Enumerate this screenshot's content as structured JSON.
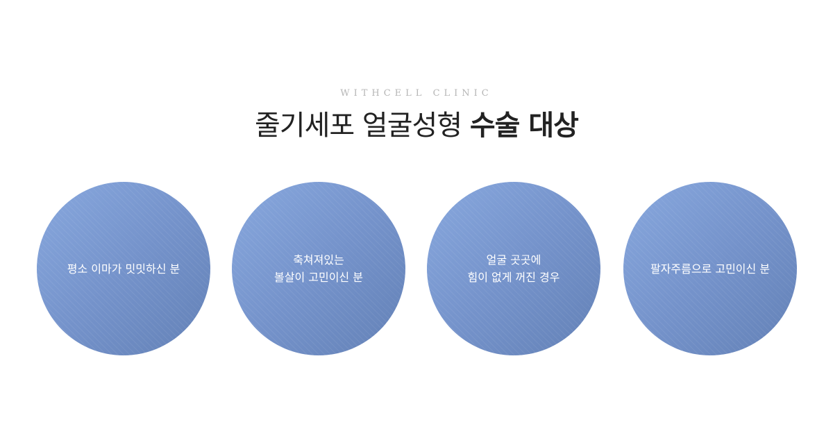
{
  "header": {
    "subtitle": "WITHCELL CLINIC",
    "title_regular": "줄기세포 얼굴성형",
    "title_bold": "수술 대상"
  },
  "targets": [
    {
      "lines": [
        "평소 이마가 밋밋하신 분"
      ]
    },
    {
      "lines": [
        "축쳐져있는",
        "볼살이 고민이신 분"
      ]
    },
    {
      "lines": [
        "얼굴 곳곳에",
        "힘이 없게 꺼진 경우"
      ]
    },
    {
      "lines": [
        "팔자주름으로 고민이신 분"
      ]
    }
  ],
  "colors": {
    "circle_light": "#88a8de",
    "circle_dark": "#6381b6"
  }
}
